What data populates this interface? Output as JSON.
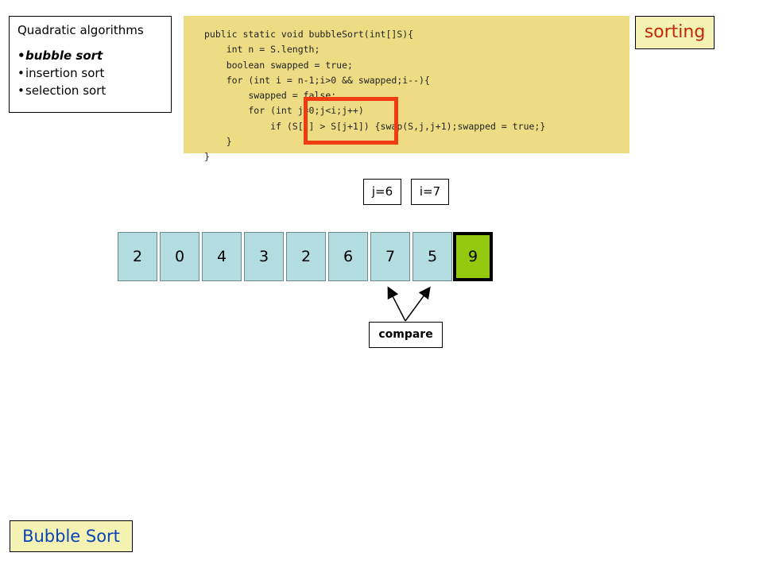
{
  "algorithms_panel": {
    "title": "Quadratic algorithms",
    "items": [
      {
        "label": "bubble sort",
        "active": true
      },
      {
        "label": "insertion sort",
        "active": false
      },
      {
        "label": "selection sort",
        "active": false
      }
    ]
  },
  "code": {
    "lines": [
      "public static void bubbleSort(int[]S){",
      "    int n = S.length;",
      "    boolean swapped = true;",
      "    for (int i = n-1;i>0 && swapped;i--){",
      "        swapped = false;",
      "        for (int j=0;j<i;j++)",
      "            if (S[j] > S[j+1]) {swap(S,j,j+1);swapped = true;}",
      "    }",
      "}"
    ],
    "highlight_color": "#f03c10"
  },
  "tag": {
    "label": "sorting",
    "color": "#c4270c"
  },
  "indices": {
    "j": "j=6",
    "i": "i=7"
  },
  "array": {
    "values": [
      "2",
      "0",
      "4",
      "3",
      "2",
      "6",
      "7",
      "5",
      "9"
    ],
    "sorted_from_index": 8,
    "cell_color": "#b3dde0",
    "sorted_color": "#93c90e"
  },
  "compare_label": "compare",
  "footer": {
    "title": "Bubble Sort",
    "color": "#0b43b8"
  }
}
